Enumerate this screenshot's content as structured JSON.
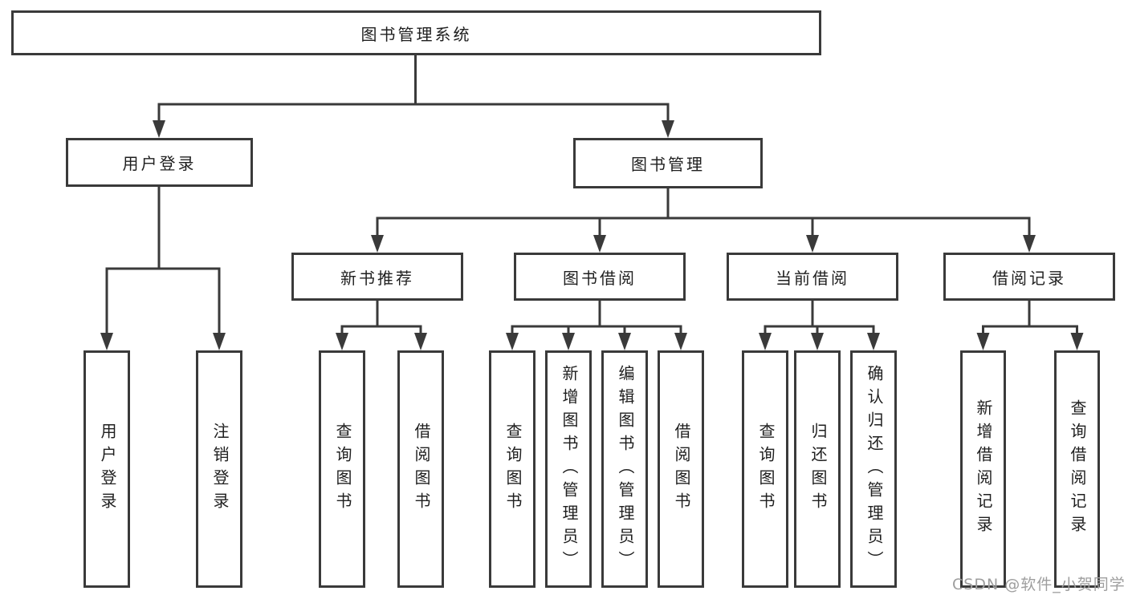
{
  "colors": {
    "line": "#3a3a3a",
    "box_border": "#3a3a3a",
    "text": "#1f1f1f",
    "watermark": "#9e9e9e",
    "background": "#ffffff"
  },
  "watermark": "CSDN @软件_小贺同学",
  "tree": {
    "label": "图书管理系统",
    "children": [
      {
        "label": "用户登录",
        "children": [
          {
            "label": "用户登录"
          },
          {
            "label": "注销登录"
          }
        ]
      },
      {
        "label": "图书管理",
        "children": [
          {
            "label": "新书推荐",
            "children": [
              {
                "label": "查询图书"
              },
              {
                "label": "借阅图书"
              }
            ]
          },
          {
            "label": "图书借阅",
            "children": [
              {
                "label": "查询图书"
              },
              {
                "label": "新增图书（管理员）"
              },
              {
                "label": "编辑图书（管理员）"
              },
              {
                "label": "借阅图书"
              }
            ]
          },
          {
            "label": "当前借阅",
            "children": [
              {
                "label": "查询图书"
              },
              {
                "label": "归还图书"
              },
              {
                "label": "确认归还（管理员）"
              }
            ]
          },
          {
            "label": "借阅记录",
            "children": [
              {
                "label": "新增借阅记录"
              },
              {
                "label": "查询借阅记录"
              }
            ]
          }
        ]
      }
    ]
  }
}
